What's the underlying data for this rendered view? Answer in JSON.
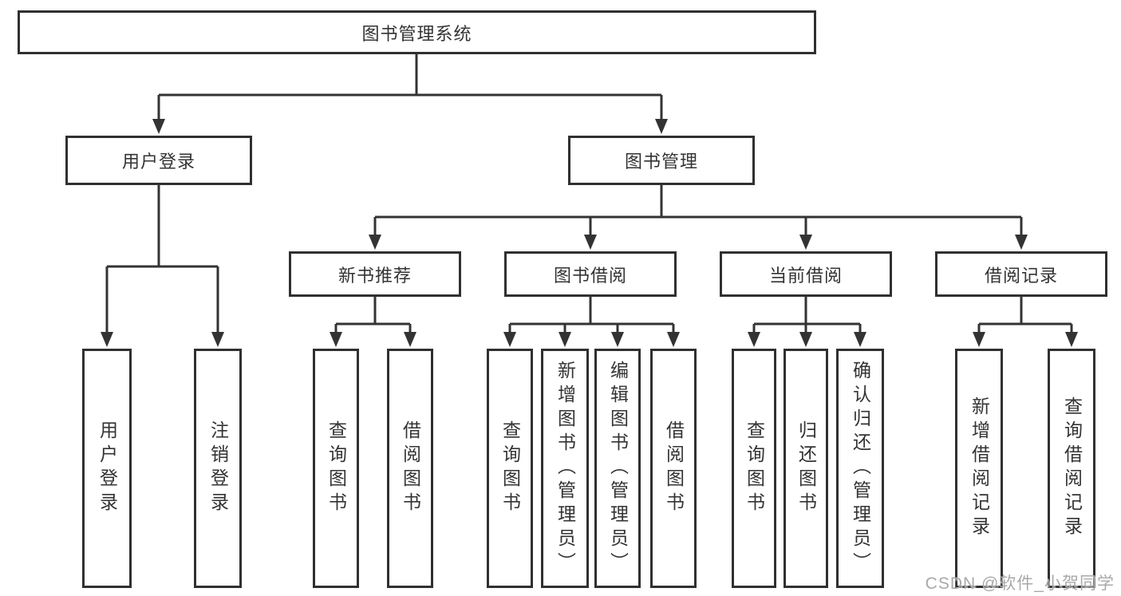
{
  "diagram": {
    "tree": {
      "label": "图书管理系统",
      "children": [
        {
          "label": "用户登录",
          "children": [
            {
              "label": "用户登录"
            },
            {
              "label": "注销登录"
            }
          ]
        },
        {
          "label": "图书管理",
          "children": [
            {
              "label": "新书推荐",
              "children": [
                {
                  "label": "查询图书"
                },
                {
                  "label": "借阅图书"
                }
              ]
            },
            {
              "label": "图书借阅",
              "children": [
                {
                  "label": "查询图书"
                },
                {
                  "label": "新增图书（管理员）"
                },
                {
                  "label": "编辑图书（管理员）"
                },
                {
                  "label": "借阅图书"
                }
              ]
            },
            {
              "label": "当前借阅",
              "children": [
                {
                  "label": "查询图书"
                },
                {
                  "label": "归还图书"
                },
                {
                  "label": "确认归还（管理员）"
                }
              ]
            },
            {
              "label": "借阅记录",
              "children": [
                {
                  "label": "新增借阅记录"
                },
                {
                  "label": "查询借阅记录"
                }
              ]
            }
          ]
        }
      ]
    },
    "palette": {
      "line": "#333333",
      "box_border": "#303030",
      "text": "#333333",
      "background": "#ffffff",
      "watermark": "#a9a9a9"
    }
  },
  "watermark": {
    "text": "CSDN @软件_小贺同学"
  }
}
